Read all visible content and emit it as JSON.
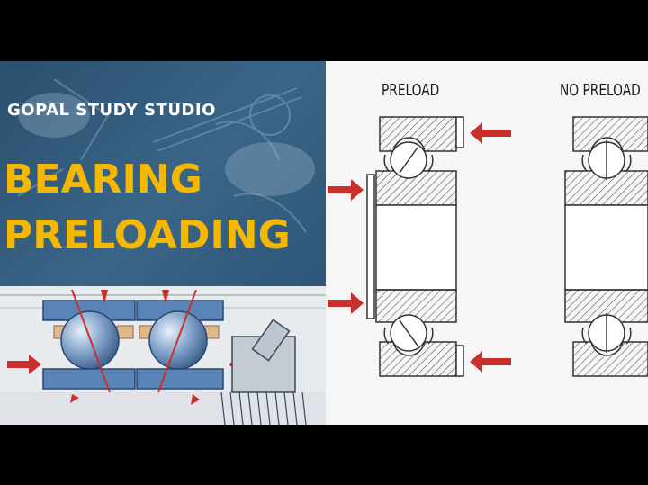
{
  "thumbnail": {
    "channel_name": "GOPAL STUDY STUDIO",
    "headline_line1": "BEARING",
    "headline_line2": "PRELOADING"
  },
  "diagram": {
    "label_preload": "PRELOAD",
    "label_no_preload": "NO PRELOAD",
    "colors": {
      "headline": "#f5b800",
      "arrow": "#c8302c",
      "banner": "#2f5a7c",
      "steel_blue": "#5a84b8"
    }
  }
}
